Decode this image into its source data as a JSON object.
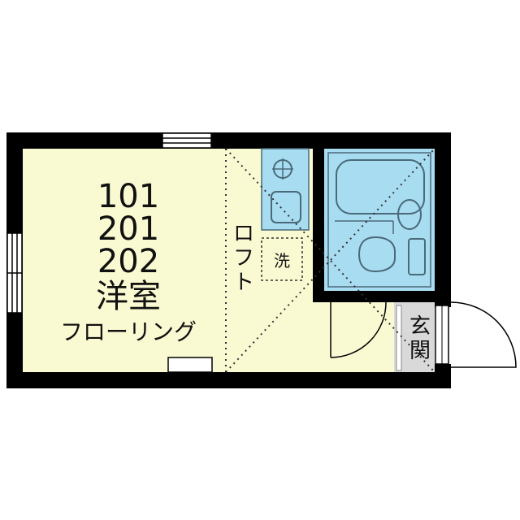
{
  "room": {
    "numbers": [
      "101",
      "201",
      "202"
    ],
    "type": "洋室",
    "flooring": "フローリング"
  },
  "loft_label": "ロフト",
  "washer_label": "洗",
  "entrance_label": "玄関",
  "icons": {
    "stove": "gas-burner-icon",
    "sink": "sink-icon",
    "bathtub": "bathtub-icon",
    "washbasin": "washbasin-icon",
    "toilet": "toilet-icon"
  },
  "colors": {
    "wall": "#000000",
    "floor": "#fafad2",
    "wet_area": "#a8dcf0",
    "fixture_stroke": "#4a6a7a",
    "entrance_floor": "#d9d9d9"
  }
}
